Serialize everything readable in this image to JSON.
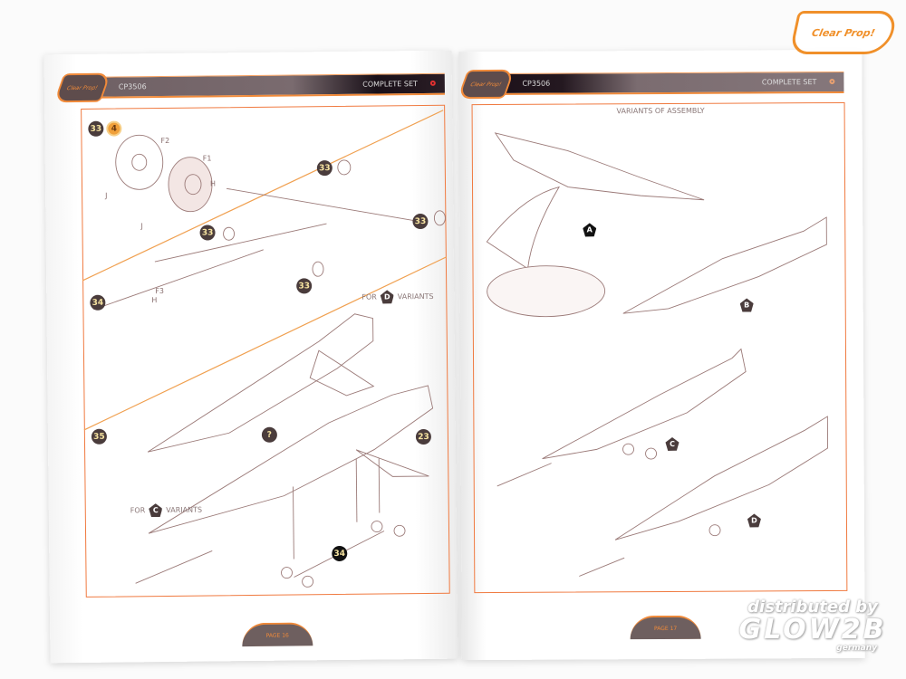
{
  "brand": {
    "logo_text": "Clear Prop!"
  },
  "left_page": {
    "product_code": "CP3506",
    "set_name": "COMPLETE SET",
    "page_label": "PAGE 16",
    "steps": {
      "s33": "33",
      "s34": "34",
      "s35": "35",
      "paint_ref": "4"
    },
    "part_labels": {
      "f1": "F1",
      "f2": "F2",
      "f3": "F3",
      "h": "H",
      "j": "J"
    },
    "refs": {
      "unknown": "?",
      "ref23": "23"
    },
    "for_d": {
      "prefix": "FOR",
      "variant": "D",
      "suffix": "VARIANTS"
    },
    "for_c": {
      "prefix": "FOR",
      "variant": "C",
      "suffix": "VARIANTS"
    }
  },
  "right_page": {
    "product_code": "CP3506",
    "set_name": "COMPLETE SET",
    "page_label": "PAGE 17",
    "title": "VARIANTS OF ASSEMBLY",
    "variants": [
      "A",
      "B",
      "C",
      "D"
    ]
  },
  "watermark": {
    "line1": "distributed by",
    "line2": "GLOW2B",
    "line3": "germany"
  }
}
